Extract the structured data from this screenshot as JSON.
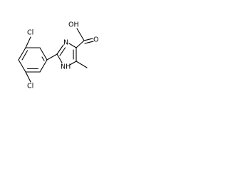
{
  "molecule": {
    "atom_labels": {
      "cl_top": "Cl",
      "cl_bottom": "Cl",
      "n_ring": "N",
      "nh_ring": "NH",
      "oh": "OH",
      "o_carbonyl": "O"
    }
  }
}
